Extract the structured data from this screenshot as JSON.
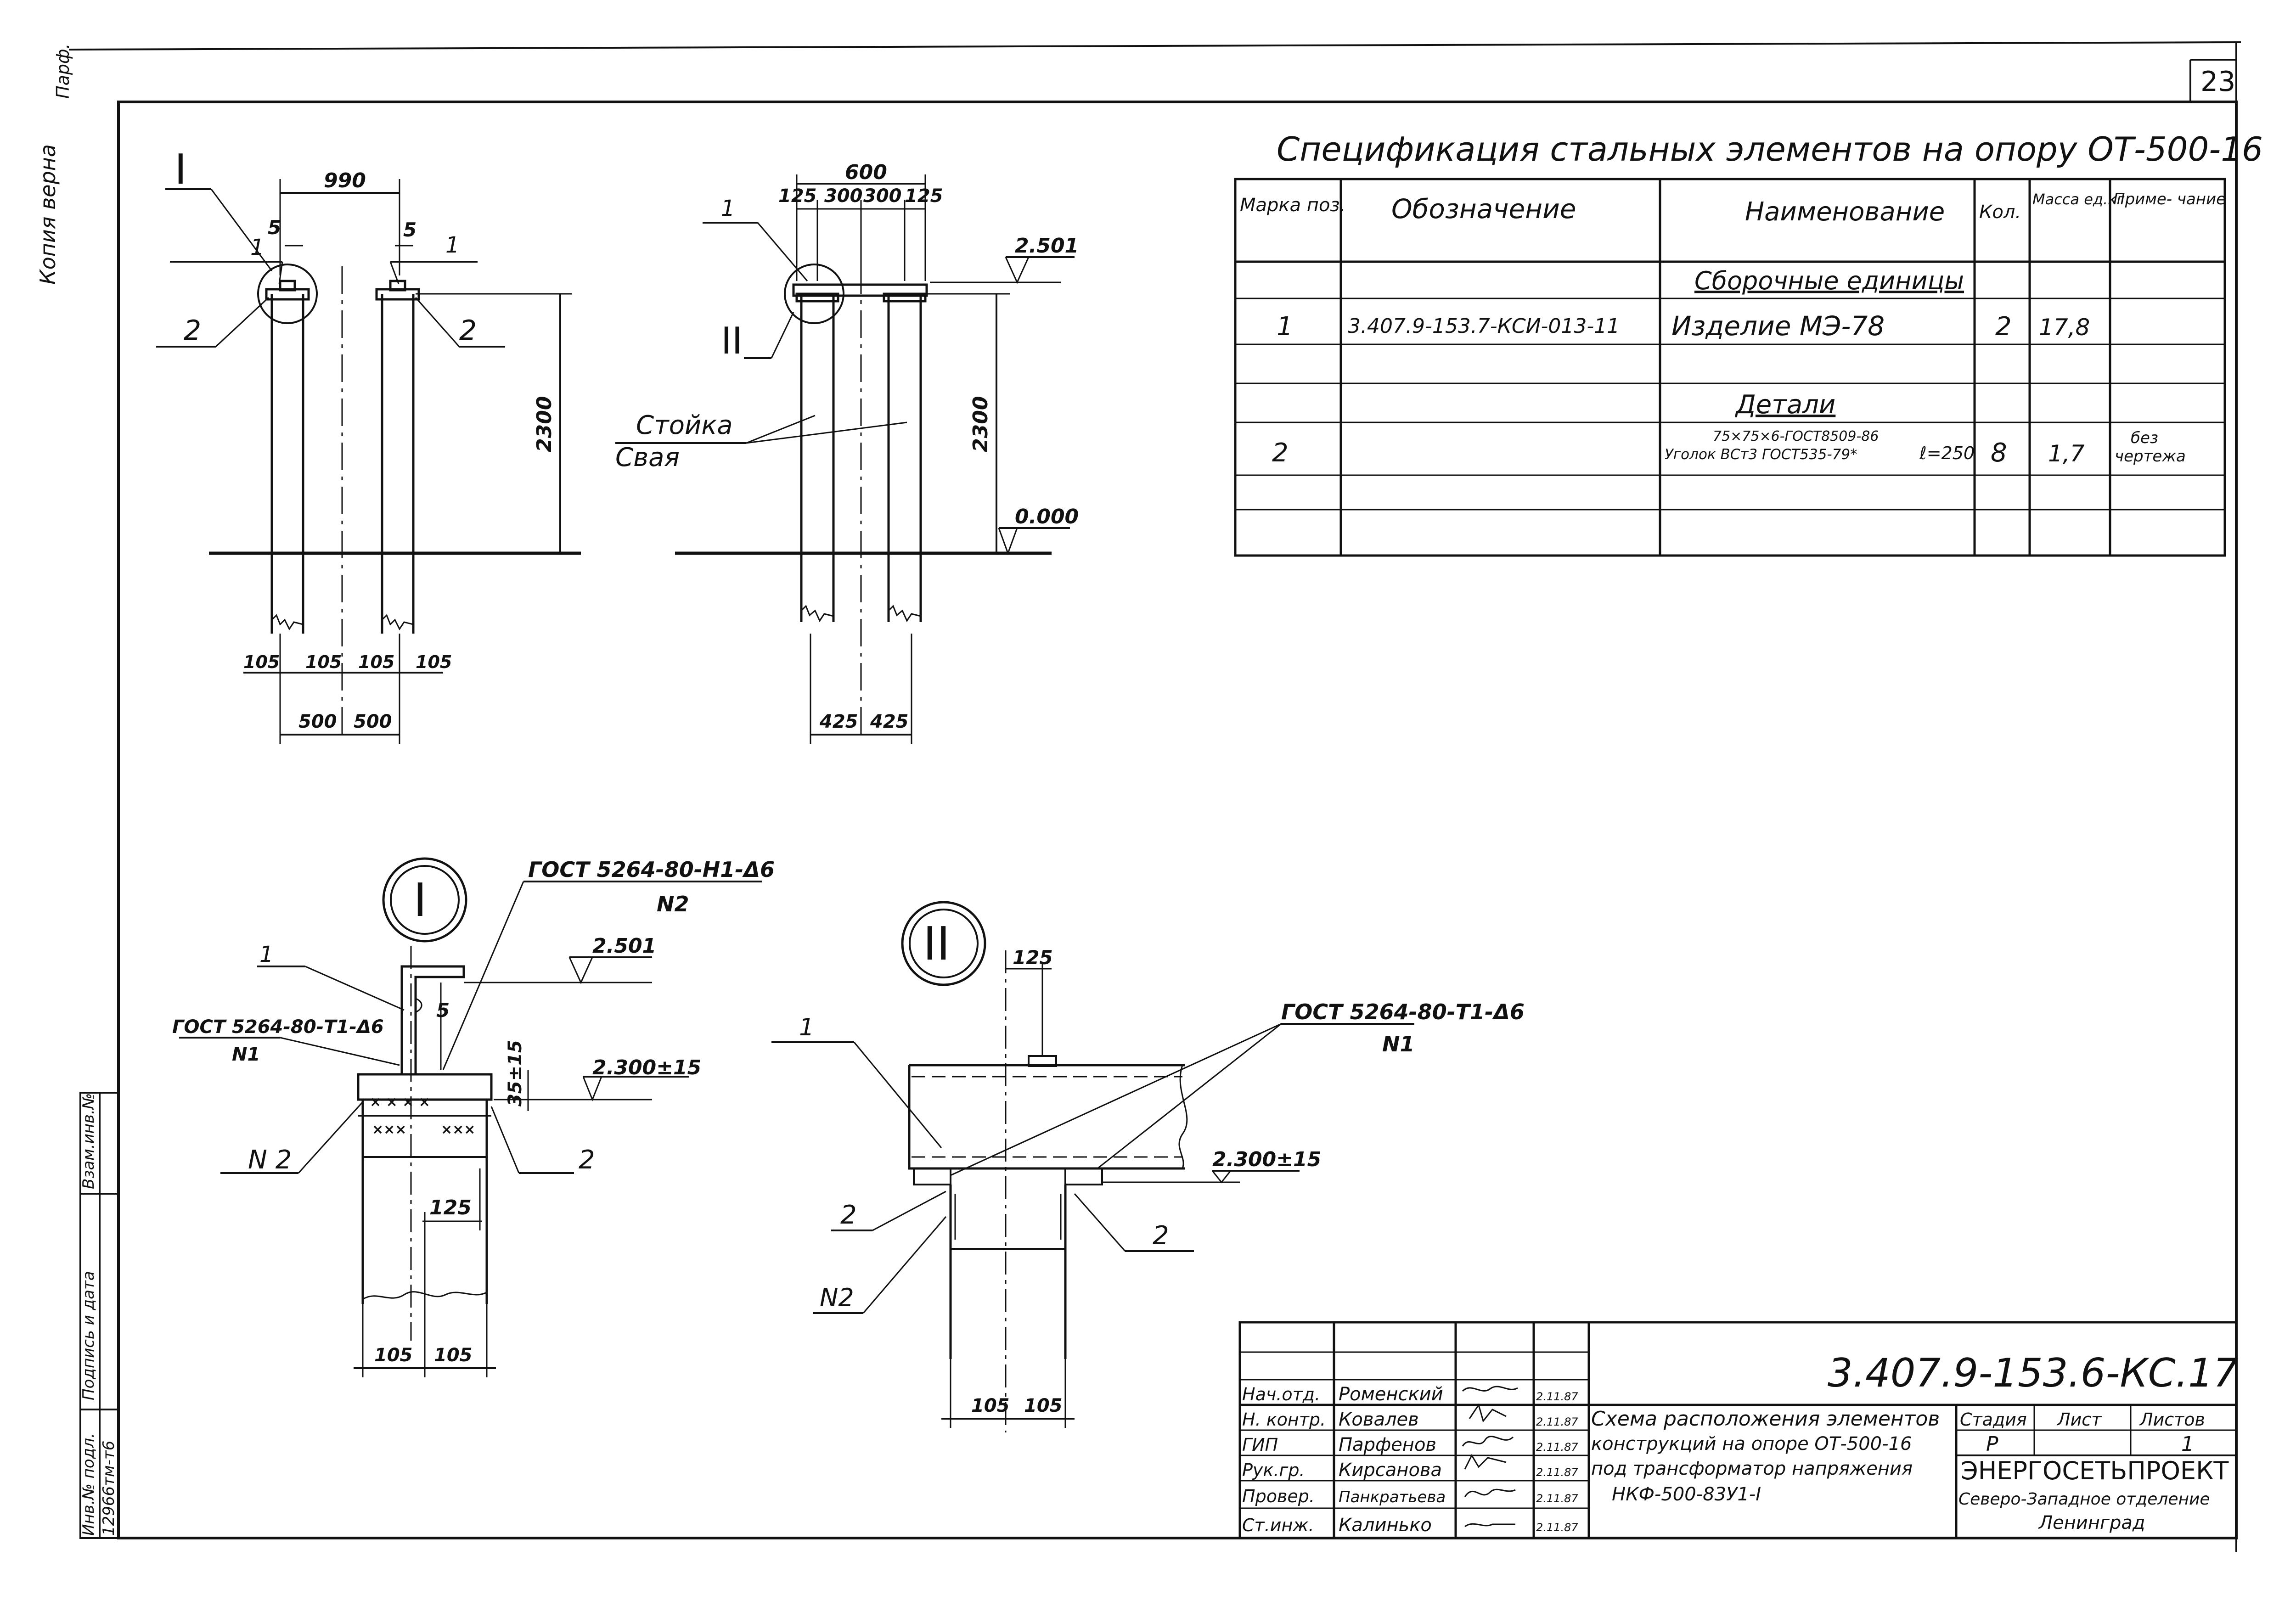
{
  "sheet": {
    "page_number": "23",
    "copy_stamp": "Копия верна",
    "copy_stamp_sign": "Парф.",
    "side_table": {
      "inv_original": "Инв.№ подл.",
      "signature_date": "Подпись и дата",
      "inv_replaced": "Взам.инв.№",
      "inv_value": "12966тм-т6"
    }
  },
  "spec": {
    "title": "Спецификация стальных элементов на опору  ОТ-500-16",
    "headers": {
      "mark": "Марка поз.",
      "designation": "Обозначение",
      "name": "Наименование",
      "qty": "Кол.",
      "mass": "Масса ед.кг",
      "note": "Приме- чание"
    },
    "section_assembly": "Сборочные единицы",
    "row1": {
      "mark": "1",
      "designation": "3.407.9-153.7-КСИ-013-11",
      "name": "Изделие  МЭ-78",
      "qty": "2",
      "mass": "17,8",
      "note": ""
    },
    "section_parts": "Детали",
    "row2": {
      "mark": "2",
      "designation": "",
      "name_top": "75×75×6-ГОСТ8509-86",
      "name_bottom": "Уголок ВСт3 ГОСТ535-79*",
      "length": "ℓ=250",
      "qty": "8",
      "mass": "1,7",
      "note_top": "без",
      "note_bottom": "чертежа"
    }
  },
  "drawing": {
    "front": {
      "mark_I": "I",
      "dim_990": "990",
      "dim_5_left": "5",
      "dim_5_right": "5",
      "pos1_left": "1",
      "pos1_right": "1",
      "pos2_left": "2",
      "pos2_right": "2",
      "dim_2300": "2300",
      "dim_105_a": "105",
      "dim_105_b": "105",
      "dim_105_c": "105",
      "dim_105_d": "105",
      "dim_500_a": "500",
      "dim_500_b": "500"
    },
    "side": {
      "dim_600": "600",
      "dim_125_a": "125",
      "dim_300_a": "300",
      "dim_300_b": "300",
      "dim_125_b": "125",
      "pos1": "1",
      "mark_II": "II",
      "level_top": "2.501",
      "label_post": "Стойка",
      "label_pile": "Свая",
      "dim_2300": "2300",
      "level_zero": "0.000",
      "dim_425_a": "425",
      "dim_425_b": "425"
    },
    "detail_I": {
      "mark": "I",
      "weld_n2_code": "ГОСТ 5264-80-Н1-Δ6",
      "weld_n2_no": "N2",
      "weld_n1_code": "ГОСТ 5264-80-Т1-Δ6",
      "weld_n1_no": "N1",
      "pos1": "1",
      "level_top": "2.501",
      "dim_5": "5",
      "dim_35": "35±15",
      "level_2300": "2.300±15",
      "n2": "N 2",
      "pos2": "2",
      "dim_125": "125",
      "dim_105_a": "105",
      "dim_105_b": "105"
    },
    "detail_II": {
      "mark": "II",
      "dim_125": "125",
      "weld_code": "ГОСТ 5264-80-Т1-Δ6",
      "weld_no": "N1",
      "pos1": "1",
      "level_2300": "2.300±15",
      "pos2_left": "2",
      "pos2_right": "2",
      "n2": "N2",
      "dim_105_a": "105",
      "dim_105_b": "105"
    }
  },
  "title_block": {
    "code": "3.407.9-153.6-КС.17",
    "people": [
      {
        "role": "Нач.отд.",
        "name": "Роменский",
        "date": "2.11.87"
      },
      {
        "role": "Н. контр.",
        "name": "Ковалев",
        "date": "2.11.87"
      },
      {
        "role": "ГИП",
        "name": "Парфенов",
        "date": "2.11.87"
      },
      {
        "role": "Рук.гр.",
        "name": "Кирсанова",
        "date": "2.11.87"
      },
      {
        "role": "Провер.",
        "name": "Панкратьева",
        "date": "2.11.87"
      },
      {
        "role": "Ст.инж.",
        "name": "Калинько",
        "date": "2.11.87"
      }
    ],
    "description": [
      "Схема расположения элементов",
      "конструкций на опоре ОТ-500-16",
      "под трансформатор напряжения",
      "НКФ-500-83У1-I"
    ],
    "stage_label": "Стадия",
    "sheet_label": "Лист",
    "sheets_label": "Листов",
    "stage": "Р",
    "sheet": "",
    "sheets": "1",
    "org_name": "ЭНЕРГОСЕТЬПРОЕКТ",
    "org_branch": "Северо-Западное отделение",
    "org_city": "Ленинград"
  }
}
